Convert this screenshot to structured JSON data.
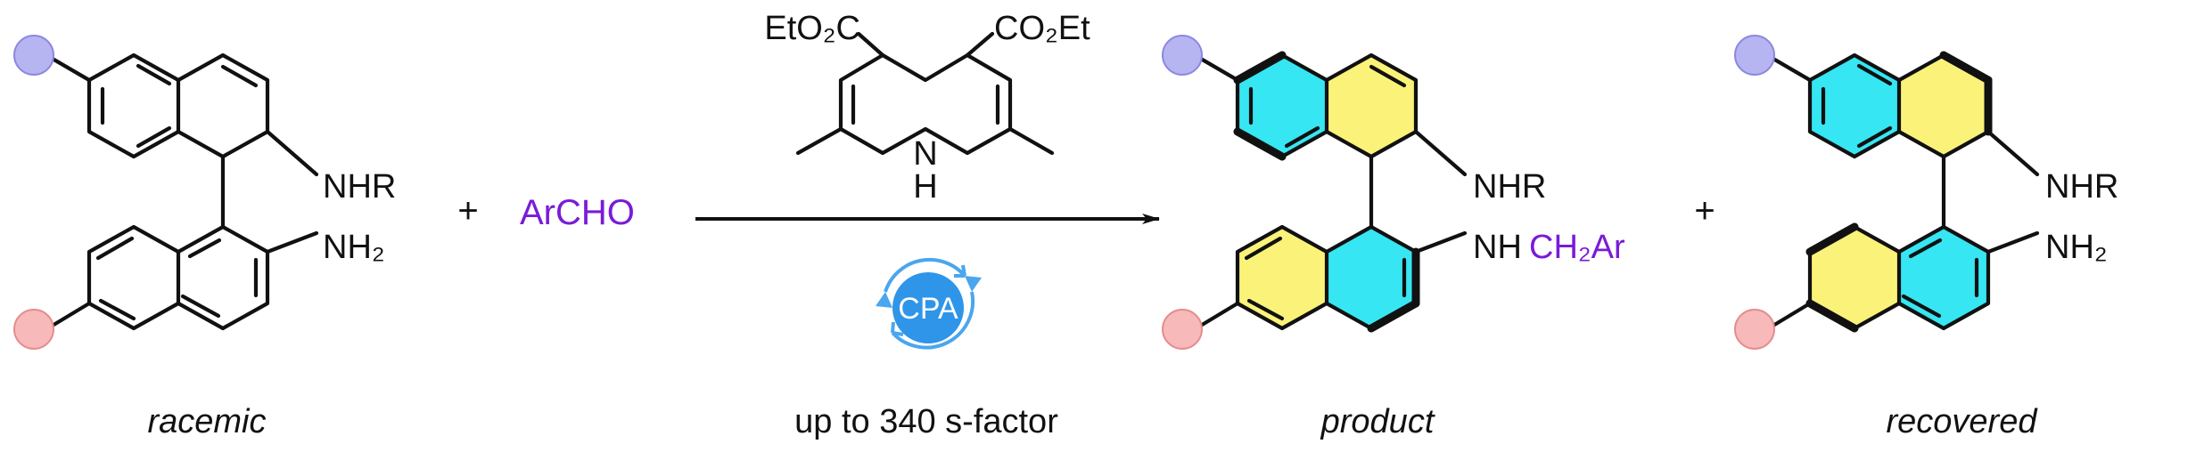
{
  "colors": {
    "blue_dot": "#b7b4f2",
    "blue_dot_stroke": "#8d88de",
    "red_dot": "#f7b9b9",
    "red_dot_stroke": "#e38d8d",
    "aldehyde": "#7a1bd8",
    "cyan_ring": "#36e6f2",
    "yellow_ring": "#fbf27a",
    "cpa_fill": "#2f95e8",
    "cpa_arrow": "#4aa6ee"
  },
  "reactant": {
    "nhr_label": "NHR",
    "nh2_label": "NH₂",
    "caption": "racemic"
  },
  "plus_1": "+",
  "aldehyde_label": "ArCHO",
  "hantzsch_ester": {
    "left_ester": "EtO₂C",
    "right_ester": "CO₂Et",
    "nh_label": "N",
    "h_label": "H"
  },
  "catalyst": {
    "label": "CPA",
    "icon": "recycle-arrows-icon"
  },
  "condition_label": "up to 340 s-factor",
  "product": {
    "nhr_label": "NHR",
    "nh_label": "NH",
    "ch2ar_label": "CH₂Ar",
    "caption": "product"
  },
  "plus_2": "+",
  "recovered": {
    "nhr_label": "NHR",
    "nh2_label": "NH₂",
    "caption": "recovered"
  }
}
